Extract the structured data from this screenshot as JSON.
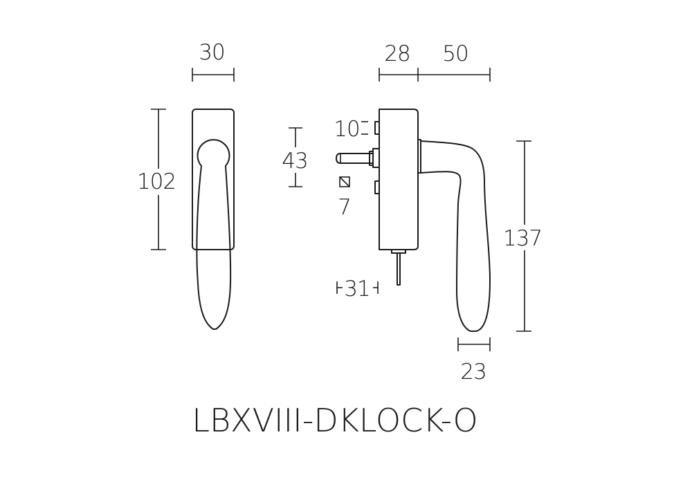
{
  "dimensions": {
    "front_width": "30",
    "front_height": "102",
    "side_depth": "28",
    "lever_projection": "50",
    "lever_length": "137",
    "lever_tip": "23",
    "spindle_offset": "43",
    "screw_spacing": "10",
    "spindle_square": "7",
    "lock_pin": "31"
  },
  "product": {
    "code": "LBXVIII-DKLOCK-O"
  }
}
